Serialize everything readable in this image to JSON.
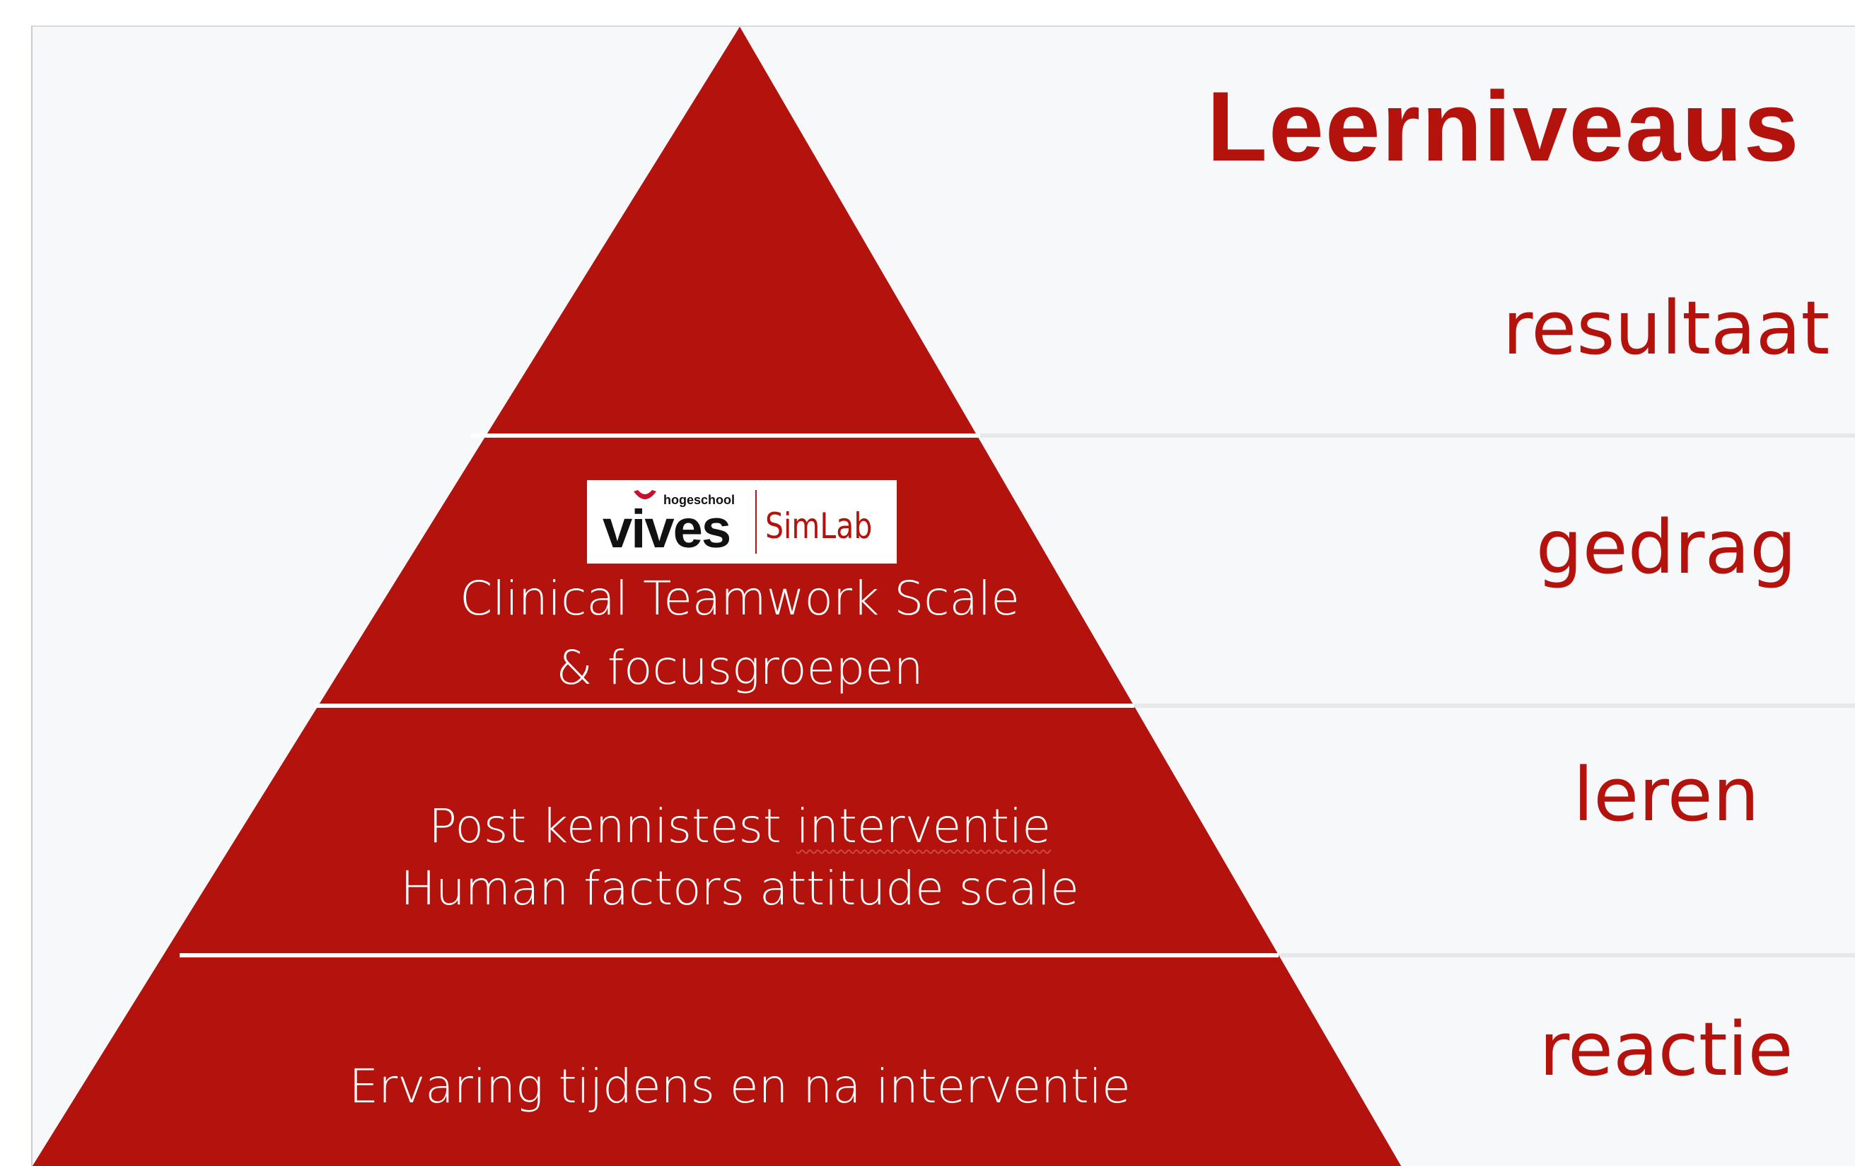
{
  "title": "Leerniveaus",
  "levels": [
    {
      "label": "resultaat",
      "content": ""
    },
    {
      "label": "gedrag",
      "content_lines": [
        "Clinical Teamwork  Scale",
        "& focusgroepen"
      ]
    },
    {
      "label": "leren",
      "content_lines": [
        "Post kennistest",
        "interventie",
        "Human factors attitude scale"
      ]
    },
    {
      "label": "reactie",
      "content_lines": [
        "Ervaring tijdens en na interventie"
      ]
    }
  ],
  "logo": {
    "brand": "vives",
    "tagline": "hogeschool",
    "product": "SimLab"
  },
  "colors": {
    "pyramid": "#b3120d",
    "label_text": "#b3120d",
    "background": "#f7f8fa",
    "divider": "#ffffff"
  }
}
